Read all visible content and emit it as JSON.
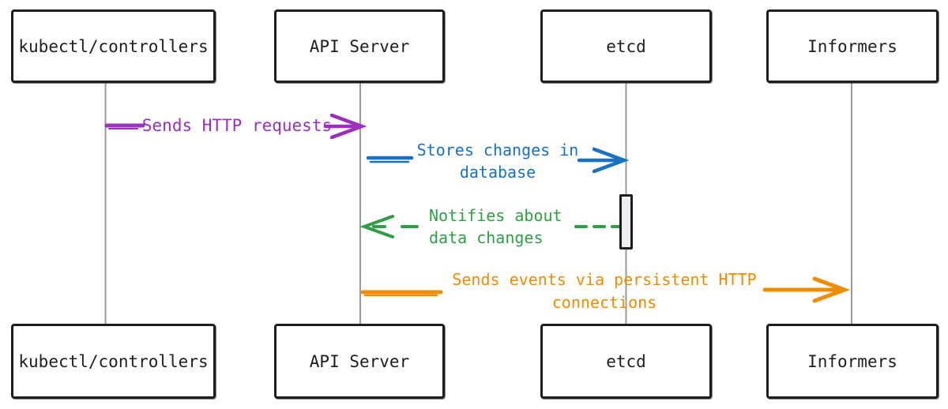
{
  "canvas": {
    "background": "#ffffff",
    "stroke": "#1e1e1e",
    "lifeline_color": "#9a9a9a",
    "activation_fill": "#edeff3"
  },
  "actors": [
    {
      "label": "kubectl/controllers"
    },
    {
      "label": "API Server"
    },
    {
      "label": "etcd"
    },
    {
      "label": "Informers"
    }
  ],
  "messages": [
    {
      "from": "kubectl/controllers",
      "to": "API Server",
      "color": "#9a30bd",
      "line_style": "solid",
      "direction": "right",
      "lines": [
        "Sends HTTP requests"
      ]
    },
    {
      "from": "API Server",
      "to": "etcd",
      "color": "#1971c2",
      "line_style": "solid",
      "direction": "right",
      "lines": [
        "Stores changes in",
        "database"
      ]
    },
    {
      "from": "etcd",
      "to": "API Server",
      "color": "#2f9e44",
      "line_style": "dashed",
      "direction": "left",
      "lines": [
        "Notifies about",
        "data changes"
      ]
    },
    {
      "from": "API Server",
      "to": "Informers",
      "color": "#f08c00",
      "line_style": "solid",
      "direction": "right",
      "lines": [
        "Sends events via persistent HTTP",
        "connections"
      ]
    }
  ]
}
